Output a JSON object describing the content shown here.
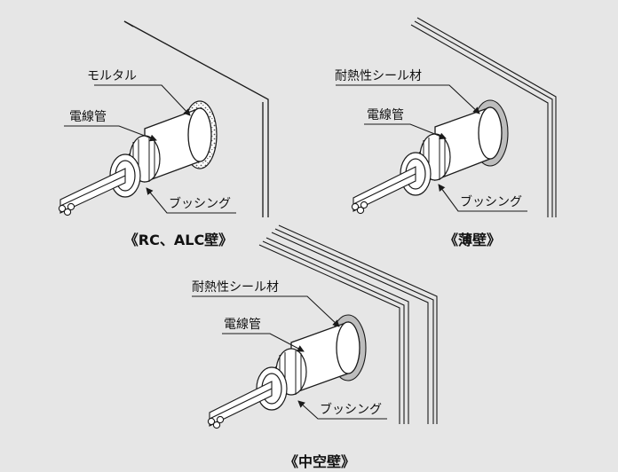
{
  "panels": [
    {
      "caption": "《RC、ALC壁》",
      "labels": {
        "top": "モルタル",
        "conduit": "電線管",
        "bushing": "ブッシング"
      }
    },
    {
      "caption": "《薄壁》",
      "labels": {
        "top": "耐熱性シール材",
        "conduit": "電線管",
        "bushing": "ブッシング"
      }
    },
    {
      "caption": "《中空壁》",
      "labels": {
        "top": "耐熱性シール材",
        "conduit": "電線管",
        "bushing": "ブッシング"
      }
    }
  ],
  "colors": {
    "background": "#e6e6e6",
    "stroke": "#1a1a1a",
    "seal_ring": "#bdbdbd",
    "white": "#ffffff"
  }
}
